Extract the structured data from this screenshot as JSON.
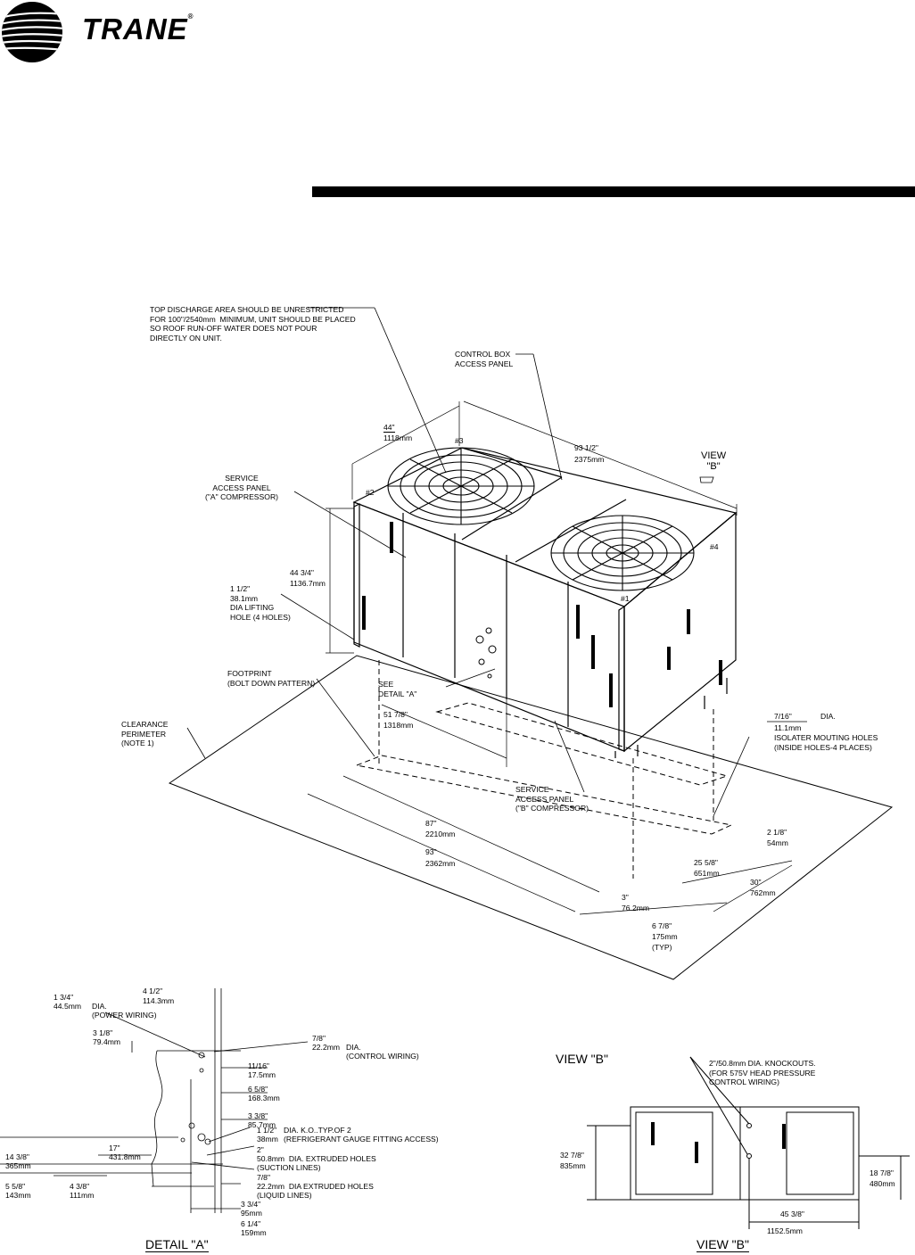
{
  "brand": {
    "name": "TRANE",
    "registered": "®"
  },
  "iso": {
    "note_top": "TOP DISCHARGE AREA SHOULD BE UNRESTRICTED\nFOR 100\"/2540mm  MINIMUM, UNIT SHOULD BE PLACED\nSO ROOF RUN-OFF WATER DOES NOT POUR\nDIRECTLY ON UNIT.",
    "control_box": "CONTROL BOX\nACCESS PANEL",
    "service_a": "SERVICE\nACCESS PANEL\n(\"A\" COMPRESSOR)",
    "service_b": "SERVICE\nACCESS PANEL\n(\"B\" COMPRESSOR)",
    "lifting": "1 1/2\"\n38.1mm\nDIA LIFTING\nHOLE (4 HOLES)",
    "footprint": "FOOTPRINT\n(BOLT DOWN PATTERN)",
    "clearance": "CLEARANCE\nPERIMETER\n(NOTE 1)",
    "see_detail": "SEE\nDETAIL \"A\"",
    "view_b_label": "VIEW\n\"B\"",
    "isolator_dia": "7/16\"",
    "isolator_dia2": "DIA.",
    "isolator_mm": "11.1mm",
    "isolator_note": "ISOLATER MOUTING HOLES\n(INSIDE HOLES-4 PLACES)",
    "corners": [
      "#1",
      "#2",
      "#3",
      "#4"
    ],
    "dims": {
      "d44_in": "44\"",
      "d44_mm": "1118mm",
      "d93h_in": "93 1/2\"",
      "d93h_mm": "2375mm",
      "h44_in": "44 3/4\"",
      "h44_mm": "1136.7mm",
      "d51_in": "51 7/8\"",
      "d51_mm": "1318mm",
      "d87_in": "87\"",
      "d87_mm": "2210mm",
      "d93_in": "93\"",
      "d93_mm": "2362mm",
      "d3_in": "3\"",
      "d3_mm": "76.2mm",
      "d678_in": "6 7/8\"",
      "d678_mm": "175mm",
      "d678_typ": "(TYP)",
      "d25_in": "25 5/8\"",
      "d25_mm": "651mm",
      "d30_in": "30\"",
      "d30_mm": "762mm",
      "d218_in": "2 1/8\"",
      "d218_mm": "54mm"
    }
  },
  "detail": {
    "title": "DETAIL \"A\"",
    "power_in": "1 3/4\"",
    "power_mm": "44.5mm",
    "power_txt": "DIA.\n(POWER WIRING)",
    "w412_in": "4 1/2\"",
    "w412_mm": "114.3mm",
    "d318_in": "3 1/8\"",
    "d318_mm": "79.4mm",
    "ctrl_in": "7/8\"",
    "ctrl_mm": "22.2mm",
    "ctrl_txt": "DIA.\n(CONTROL WIRING)",
    "d1116_in": "11/16\"",
    "d1116_mm": "17.5mm",
    "d658_in": "6 5/8\"",
    "d658_mm": "168.3mm",
    "d338_in": "3 3/8\"",
    "d338_mm": "85.7mm",
    "ko_in": "1 1/2\"",
    "ko_mm": "38mm",
    "ko_txt": "DIA. K.O..TYP.OF 2\n(REFRIGERANT GAUGE FITTING ACCESS)",
    "d17_in": "17\"",
    "d17_mm": "431.8mm",
    "d1438_in": "14 3/8\"",
    "d1438_mm": "365mm",
    "suction_in": "2\"",
    "suction_txt": "50.8mm  DIA. EXTRUDED HOLES\n(SUCTION LINES)",
    "d558_in": "5 5/8\"",
    "d558_mm": "143mm",
    "d438_in": "4 3/8\"",
    "d438_mm": "111mm",
    "liquid_in": "7/8\"",
    "liquid_txt": "22.2mm  DIA EXTRUDED HOLES\n(LIQUID LINES)",
    "d334_in": "3 3/4\"",
    "d334_mm": "95mm",
    "d614_in": "6 1/4\"",
    "d614_mm": "159mm"
  },
  "viewb": {
    "heading": "VIEW \"B\"",
    "title": "VIEW \"B\"",
    "knockouts": "2\"/50.8mm DIA. KNOCKOUTS.\n(FOR 575V HEAD PRESSURE\nCONTROL WIRING)",
    "d3278_in": "32 7/8\"",
    "d3278_mm": "835mm",
    "d1878_in": "18 7/8\"",
    "d1878_mm": "480mm",
    "d4538_in": "45 3/8\"",
    "d4538_mm": "1152.5mm"
  }
}
